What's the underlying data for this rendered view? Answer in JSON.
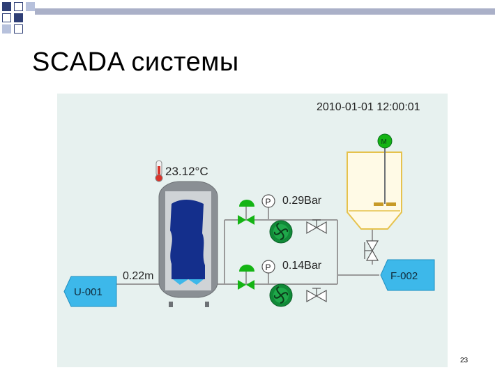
{
  "slide": {
    "title": "SCADA системы",
    "page_number": "23"
  },
  "hmi": {
    "timestamp": "2010-01-01 12:00:01",
    "temperature": "23.12°C",
    "level": "0.22m",
    "pressure_1": "0.29Bar",
    "pressure_2": "0.14Bar",
    "pressure_symbol": "P",
    "motor_symbol": "M",
    "source_tag": "U-001",
    "target_tag": "F-002",
    "colors": {
      "background": "#e7f1ef",
      "tag": "#3db8ea",
      "valve": "#14b414",
      "pump": "#118a38",
      "tank_fill": "#142f8c",
      "tank_shell": "#8a8f94",
      "hopper": "#fffae6",
      "hopper_border": "#e6c24c",
      "pipe": "#9a9a9a"
    }
  }
}
